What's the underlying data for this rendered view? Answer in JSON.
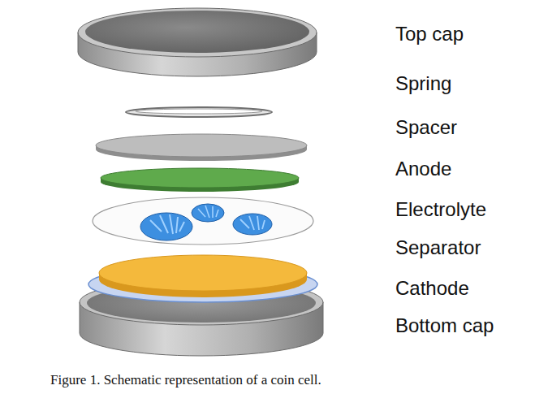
{
  "diagram": {
    "caption": "Figure 1. Schematic representation of a coin cell.",
    "labels": [
      "Top cap",
      "Spring",
      "Spacer",
      "Anode",
      "Electrolyte",
      "Separator",
      "Cathode",
      "Bottom cap"
    ]
  }
}
